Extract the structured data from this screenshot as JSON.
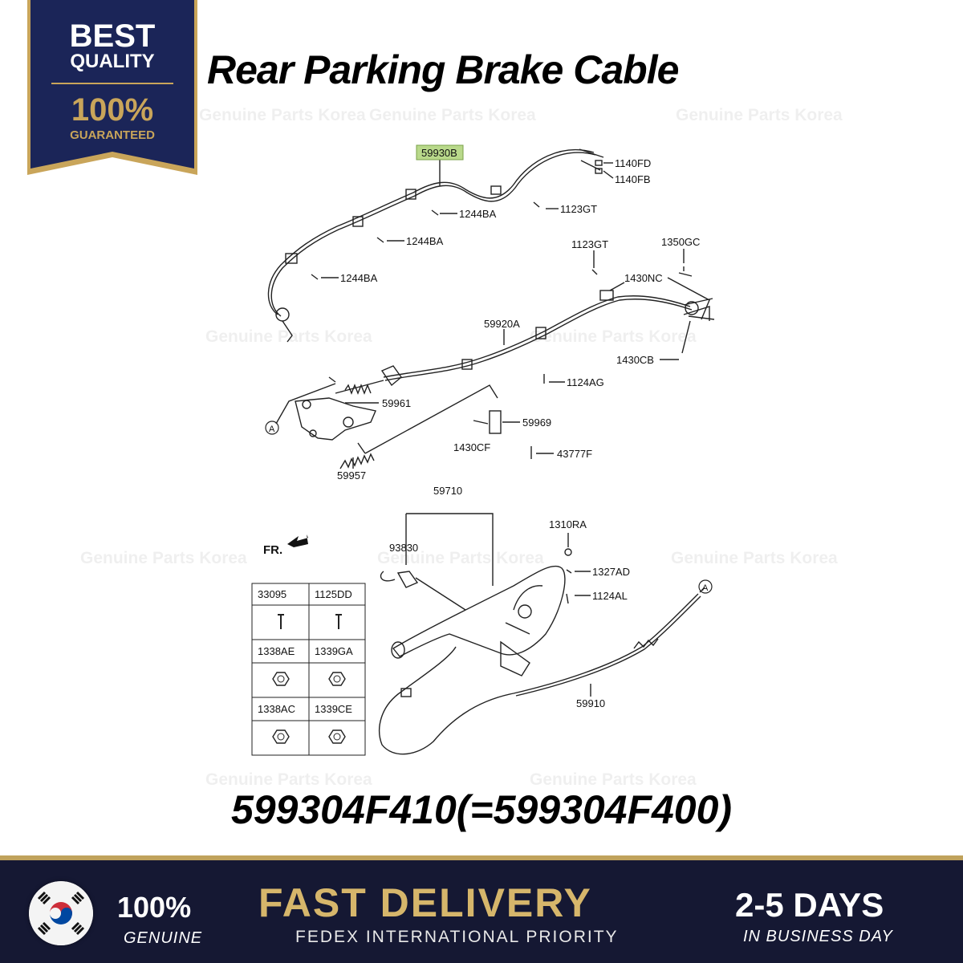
{
  "badge": {
    "line1": "BEST",
    "line2": "QUALITY",
    "line3": "100%",
    "line4": "GUARANTEED",
    "colors": {
      "navy": "#1b2558",
      "gold": "#c9a55a"
    }
  },
  "title": "Rear Parking Brake Cable",
  "watermark": "Genuine Parts Korea",
  "diagram": {
    "highlight_color": "#b9d98b",
    "highlighted_part": "59930B",
    "labels": {
      "p59930B": "59930B",
      "p1140FD": "1140FD",
      "p1140FB": "1140FB",
      "p1244BA_a": "1244BA",
      "p1123GT_a": "1123GT",
      "p1244BA_b": "1244BA",
      "p1123GT_b": "1123GT",
      "p1350GC": "1350GC",
      "p1244BA_c": "1244BA",
      "p1430NC": "1430NC",
      "p59920A": "59920A",
      "p1430CB": "1430CB",
      "p1124AG": "1124AG",
      "p59961": "59961",
      "p59969": "59969",
      "p1430CF": "1430CF",
      "p43777F": "43777F",
      "p59957": "59957",
      "p59710": "59710",
      "p1310RA": "1310RA",
      "p93830": "93830",
      "p1327AD": "1327AD",
      "p1124AL": "1124AL",
      "p59910": "59910",
      "ref_a1": "A",
      "ref_a2": "A",
      "fr": "FR."
    },
    "table": {
      "headers": [
        [
          "33095",
          "1125DD"
        ],
        [
          "1338AE",
          "1339GA"
        ],
        [
          "1338AC",
          "1339CE"
        ]
      ]
    }
  },
  "part_number": "599304F410(=599304F400)",
  "footer": {
    "genuine_big": "100%",
    "genuine_small": "GENUINE",
    "fast_delivery": "FAST DELIVERY",
    "fedex": "FEDEX INTERNATIONAL PRIORITY",
    "days_big": "2-5 DAYS",
    "days_small": "IN BUSINESS DAY",
    "colors": {
      "background": "#151833",
      "gold": "#d6b66b"
    }
  }
}
